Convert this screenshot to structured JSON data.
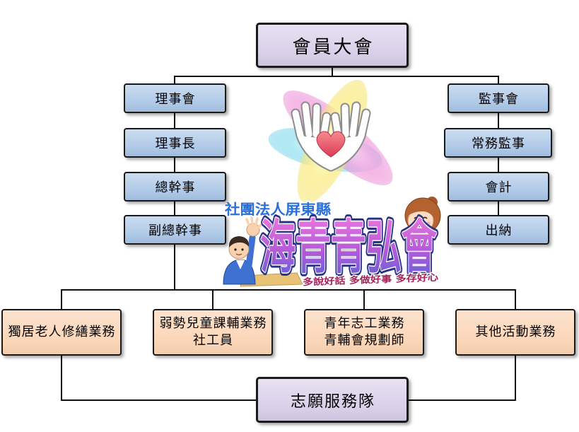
{
  "diagram": {
    "top": {
      "label": "會員大會"
    },
    "left_column": [
      {
        "label": "理事會"
      },
      {
        "label": "理事長"
      },
      {
        "label": "總幹事"
      },
      {
        "label": "副總幹事"
      }
    ],
    "right_column": [
      {
        "label": "監事會"
      },
      {
        "label": "常務監事"
      },
      {
        "label": "會計"
      },
      {
        "label": "出納"
      }
    ],
    "services": [
      {
        "lines": [
          "獨居老人修繕業務"
        ]
      },
      {
        "lines": [
          "弱勢兒童課輔業務",
          "社工員"
        ]
      },
      {
        "lines": [
          "青年志工業務",
          "青輔會規劃師"
        ]
      },
      {
        "lines": [
          "其他活動業務"
        ]
      }
    ],
    "bottom": {
      "label": "志願服務隊"
    }
  },
  "logo": {
    "org_type": "社團法人屏東縣",
    "name": "海青青弘會",
    "slogan": "多說好話 多做好事 多存好心",
    "icons": [
      "hands-heart-icon",
      "waving-boy-icon",
      "smiling-girl-icon"
    ]
  },
  "colors": {
    "governance_box": "#a9c5e6",
    "service_box": "#fbd4b4",
    "assembly_box": "#d7cde8",
    "border": "#1a1a1a",
    "connector": "#111111"
  }
}
